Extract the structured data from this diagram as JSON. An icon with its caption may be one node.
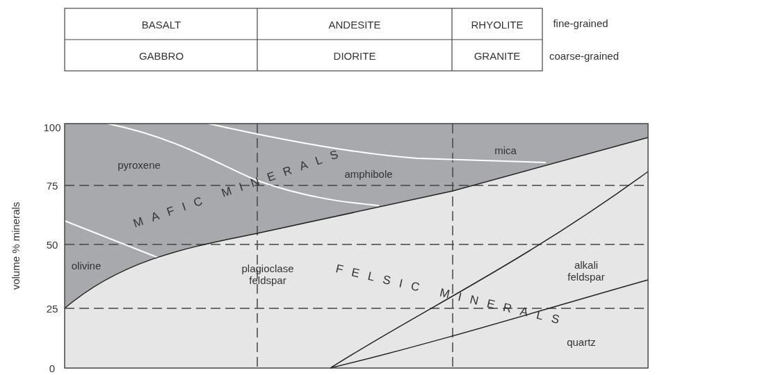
{
  "diagram": {
    "labels": [
      "BASALT",
      "ANDESITE",
      "RHYOLITE",
      "fine-grained",
      "GABBRO",
      "DIORITE",
      "GRANITE",
      "coarse-grained",
      "100",
      "pyroxene",
      "mica",
      "amphibole",
      "75",
      "MAFIC MINERALS",
      "50",
      "olivine",
      "plagioclase feldspar",
      "FELSIC MINERALS",
      "alkali feldspar",
      "25",
      "quartz",
      "0",
      "volume % minerals"
    ]
  }
}
